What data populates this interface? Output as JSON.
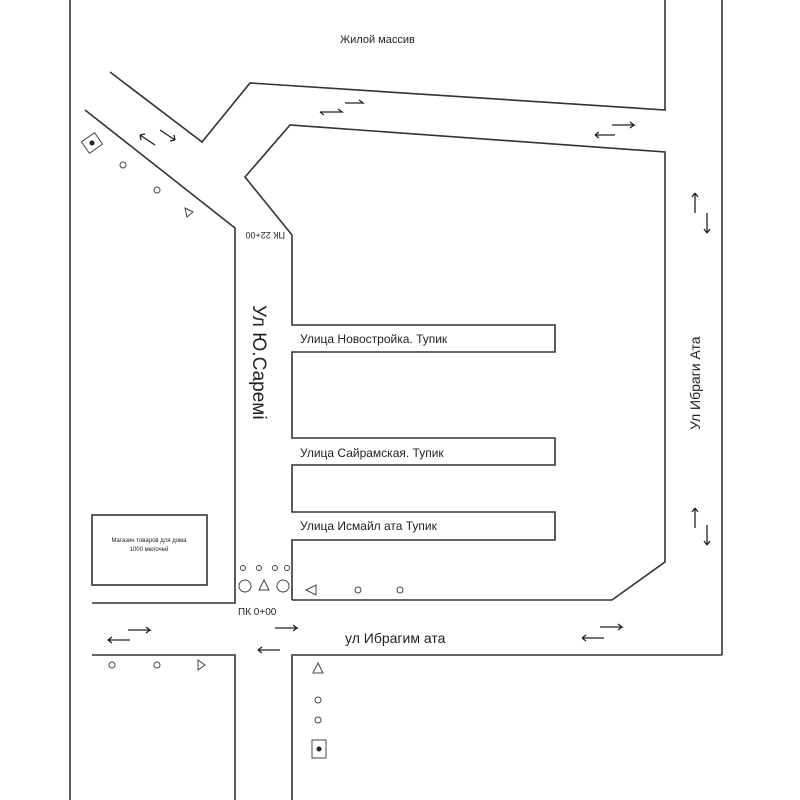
{
  "labels": {
    "residential": "Жилой массив",
    "street_saremi": "Ул Ю.Саремі",
    "street_ibragi_ata": "Ул Ибраги Ата",
    "street_ibragim_ata": "ул Ибрагим ата",
    "dead_end_1": "Улица Новостройка. Тупик",
    "dead_end_2": "Улица Сайрамская. Тупик",
    "dead_end_3": "Улица Исмайл ата Тупик",
    "pk_start": "ПК 0+00",
    "pk_end": "ПК 22+00",
    "shop_line1": "Магазин товаров для дома",
    "shop_line2": "1000 мелочей"
  }
}
